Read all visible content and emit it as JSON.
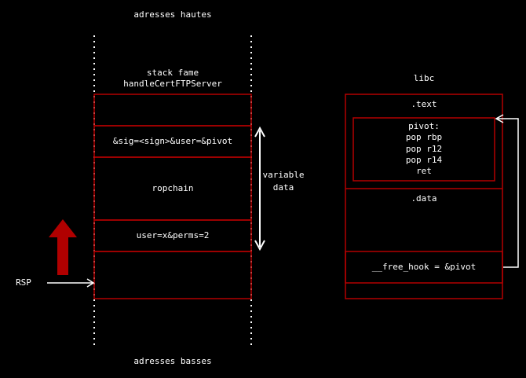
{
  "top_label": "adresses hautes",
  "bottom_label": "adresses basses",
  "stack": {
    "title_line1": "stack fame",
    "title_line2": "handleCertFTPServer",
    "rows": [
      "&sig=<sign>&user=&pivot",
      "ropchain",
      "user=x&perms=2"
    ]
  },
  "variable_label_line1": "variable",
  "variable_label_line2": "data",
  "rsp_label": "RSP",
  "libc": {
    "title": "libc",
    "text_label": ".text",
    "pivot_lines": [
      "pivot:",
      "pop rbp",
      "pop r12",
      "pop r14",
      "ret"
    ],
    "data_label": ".data",
    "free_hook": "__free_hook = &pivot"
  },
  "colors": {
    "background": "#000000",
    "box_border": "#b30000",
    "arrow_red": "#b00000",
    "text": "#ffffff"
  }
}
